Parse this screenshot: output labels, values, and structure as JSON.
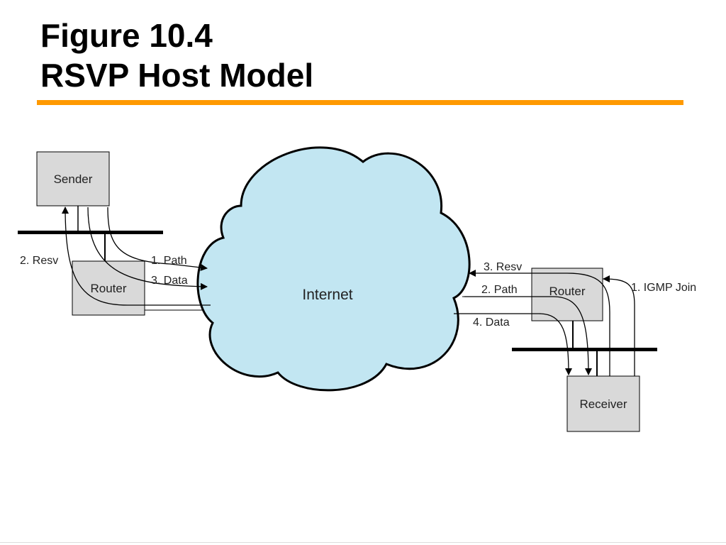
{
  "slide": {
    "title_line1": "Figure 10.4",
    "title_line2": "RSVP Host Model",
    "accent_color": "#ff9900"
  },
  "diagram": {
    "cloud_label": "Internet",
    "cloud_color": "#c2e6f2",
    "box_color": "#d9d9d9",
    "nodes": {
      "sender": "Sender",
      "router_left": "Router",
      "router_right": "Router",
      "receiver": "Receiver"
    },
    "edges": {
      "left_path": "1. Path",
      "left_data": "3. Data",
      "left_resv": "2. Resv",
      "right_resv": "3. Resv",
      "right_path": "2. Path",
      "right_data": "4. Data",
      "right_join": "1. IGMP Join"
    }
  }
}
